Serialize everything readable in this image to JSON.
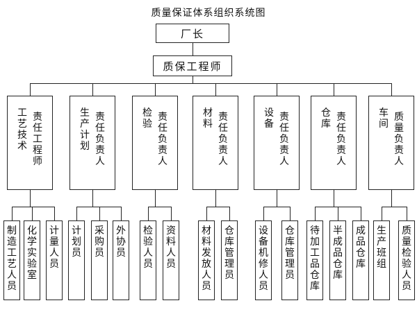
{
  "title": "质量保证体系组织系统图",
  "top": "厂长",
  "second": "质保工程师",
  "departments": [
    {
      "cols": [
        "工艺技术",
        "责任工程师"
      ],
      "leaves": [
        "制造工艺人员",
        "化学实验室",
        "计量人员"
      ]
    },
    {
      "cols": [
        "生产计划",
        "责任负责人"
      ],
      "leaves": [
        "计划员",
        "采购员",
        "外协员"
      ]
    },
    {
      "cols": [
        "检验",
        "责任负责人"
      ],
      "leaves": [
        "检验人员",
        "资料人员"
      ]
    },
    {
      "cols": [
        "材料",
        "责任负责人"
      ],
      "leaves": [
        "材料发放人员",
        "仓库管理员"
      ]
    },
    {
      "cols": [
        "设备",
        "责任负责人"
      ],
      "leaves": [
        "设备机修人员",
        "仓库管理员"
      ]
    },
    {
      "cols": [
        "仓库",
        "责任负责人"
      ],
      "leaves": [
        "待加工品仓库",
        "半成品仓库",
        "成品仓库"
      ]
    },
    {
      "cols": [
        "车间",
        "质量负责人"
      ],
      "leaves": [
        "生产班组",
        "质量检验人员"
      ]
    }
  ]
}
